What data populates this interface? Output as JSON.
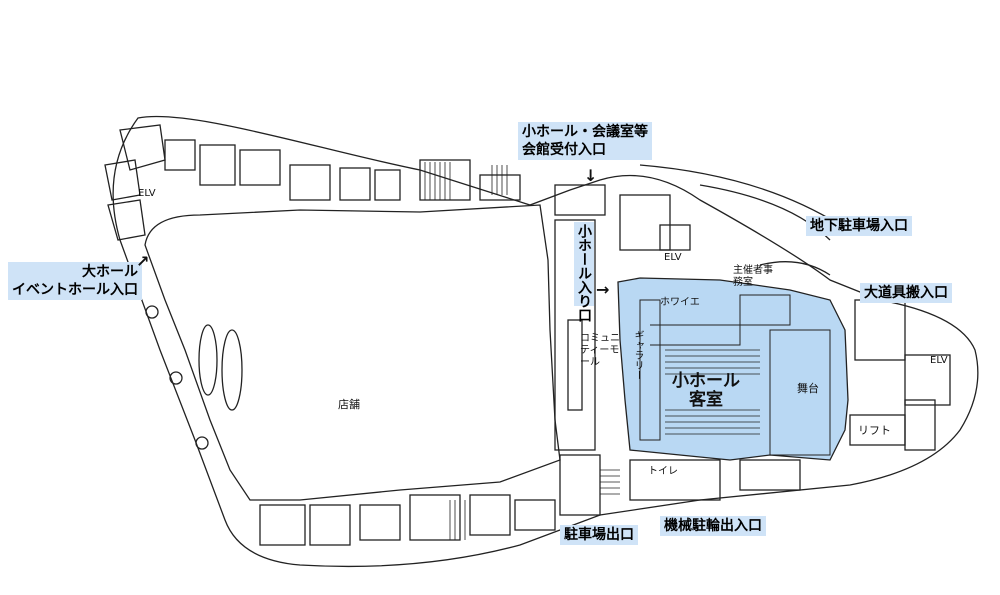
{
  "colors": {
    "hall_highlight": "#b9d8f3",
    "label_bg": "#cfe3f7",
    "line": "#222222"
  },
  "entrances": {
    "small_hall_meeting_line1": "小ホール・会議室等",
    "small_hall_meeting_line2": "会館受付入口",
    "underground_parking": "地下駐車場入口",
    "large_hall_line1": "大ホール",
    "large_hall_line2": "イベントホール入口",
    "small_hall_entry": "小ホール入り口",
    "large_props": "大道具搬入口",
    "parking_exit": "駐車場出口",
    "bike_parking_exit": "機械駐輪出入口"
  },
  "rooms": {
    "elv_left": "ELV",
    "elv_center": "ELV",
    "elv_right": "ELV",
    "organizer_office": "主催者事務室",
    "foyer": "ホワイエ",
    "community_mall": "コミュニティーモール",
    "gallery": "ギャラリー",
    "small_hall_seats_line1": "小ホール",
    "small_hall_seats_line2": "客室",
    "stage": "舞台",
    "lift": "リフト",
    "store": "店舗",
    "toilet": "トイレ"
  },
  "icons": {
    "arrow_down": "↓",
    "arrow_right": "→",
    "arrow_ne": "↗"
  }
}
